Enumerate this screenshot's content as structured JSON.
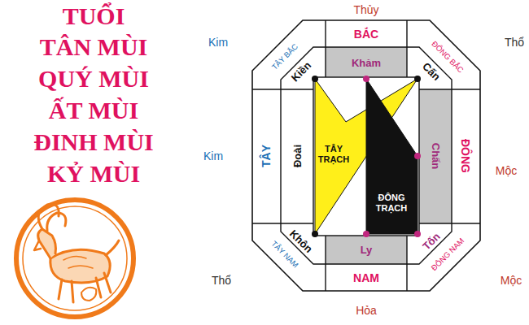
{
  "diagram": {
    "nodes": [
      {
        "text": [
          "TÂY TRẠCH"
        ]
      },
      {
        "text": [
          "ĐÔNG TRẠCH"
        ]
      }
    ],
    "labels": [
      "TUỔI",
      "TÂN MÙI",
      "QUÝ MÙI",
      "ẤT MÙI",
      "ĐINH MÙI",
      "KỶ MÙI",
      "Thủy",
      "Kim",
      "Thổ",
      "Kim",
      "Mộc",
      "Thổ",
      "Mộc",
      "Hỏa",
      "BẮC",
      "TÂY BẮC",
      "ĐÔNG BẮC",
      "TÂY",
      "ĐÔNG",
      "TÂY NAM",
      "ĐÔNG NAM",
      "NAM",
      "Kiền",
      "Khảm",
      "Cấn",
      "Đoài",
      "Chấn",
      "Khôn",
      "Ly",
      "Tốn"
    ]
  }
}
